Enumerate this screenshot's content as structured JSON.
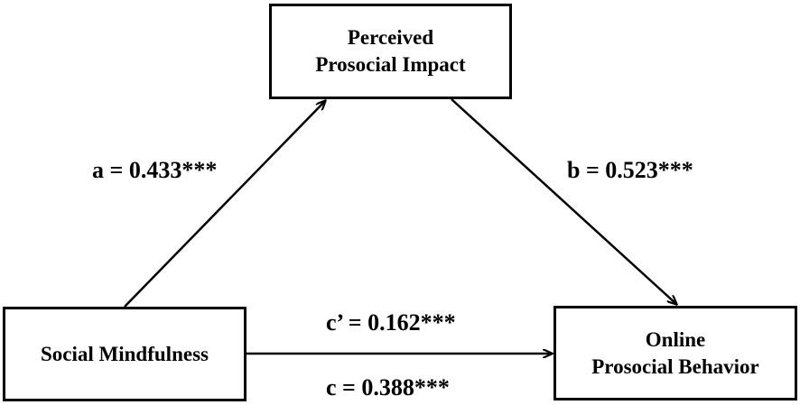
{
  "diagram": {
    "nodes": {
      "mediator": {
        "lines": [
          "Perceived",
          "Prosocial Impact"
        ]
      },
      "predictor": {
        "lines": [
          "Social Mindfulness"
        ]
      },
      "outcome": {
        "lines": [
          "Online",
          "Prosocial Behavior"
        ]
      }
    },
    "paths": {
      "a": {
        "label": "a = 0.433***",
        "from": "predictor",
        "to": "mediator"
      },
      "b": {
        "label": "b = 0.523***",
        "from": "mediator",
        "to": "outcome"
      },
      "c_prime": {
        "label": "c’ = 0.162***",
        "from": "predictor",
        "to": "outcome"
      },
      "c": {
        "label": "c = 0.388***",
        "from": "predictor",
        "to": "outcome"
      }
    },
    "colors": {
      "line": "#000000",
      "box_border": "#000000",
      "background": "#ffffff"
    }
  }
}
